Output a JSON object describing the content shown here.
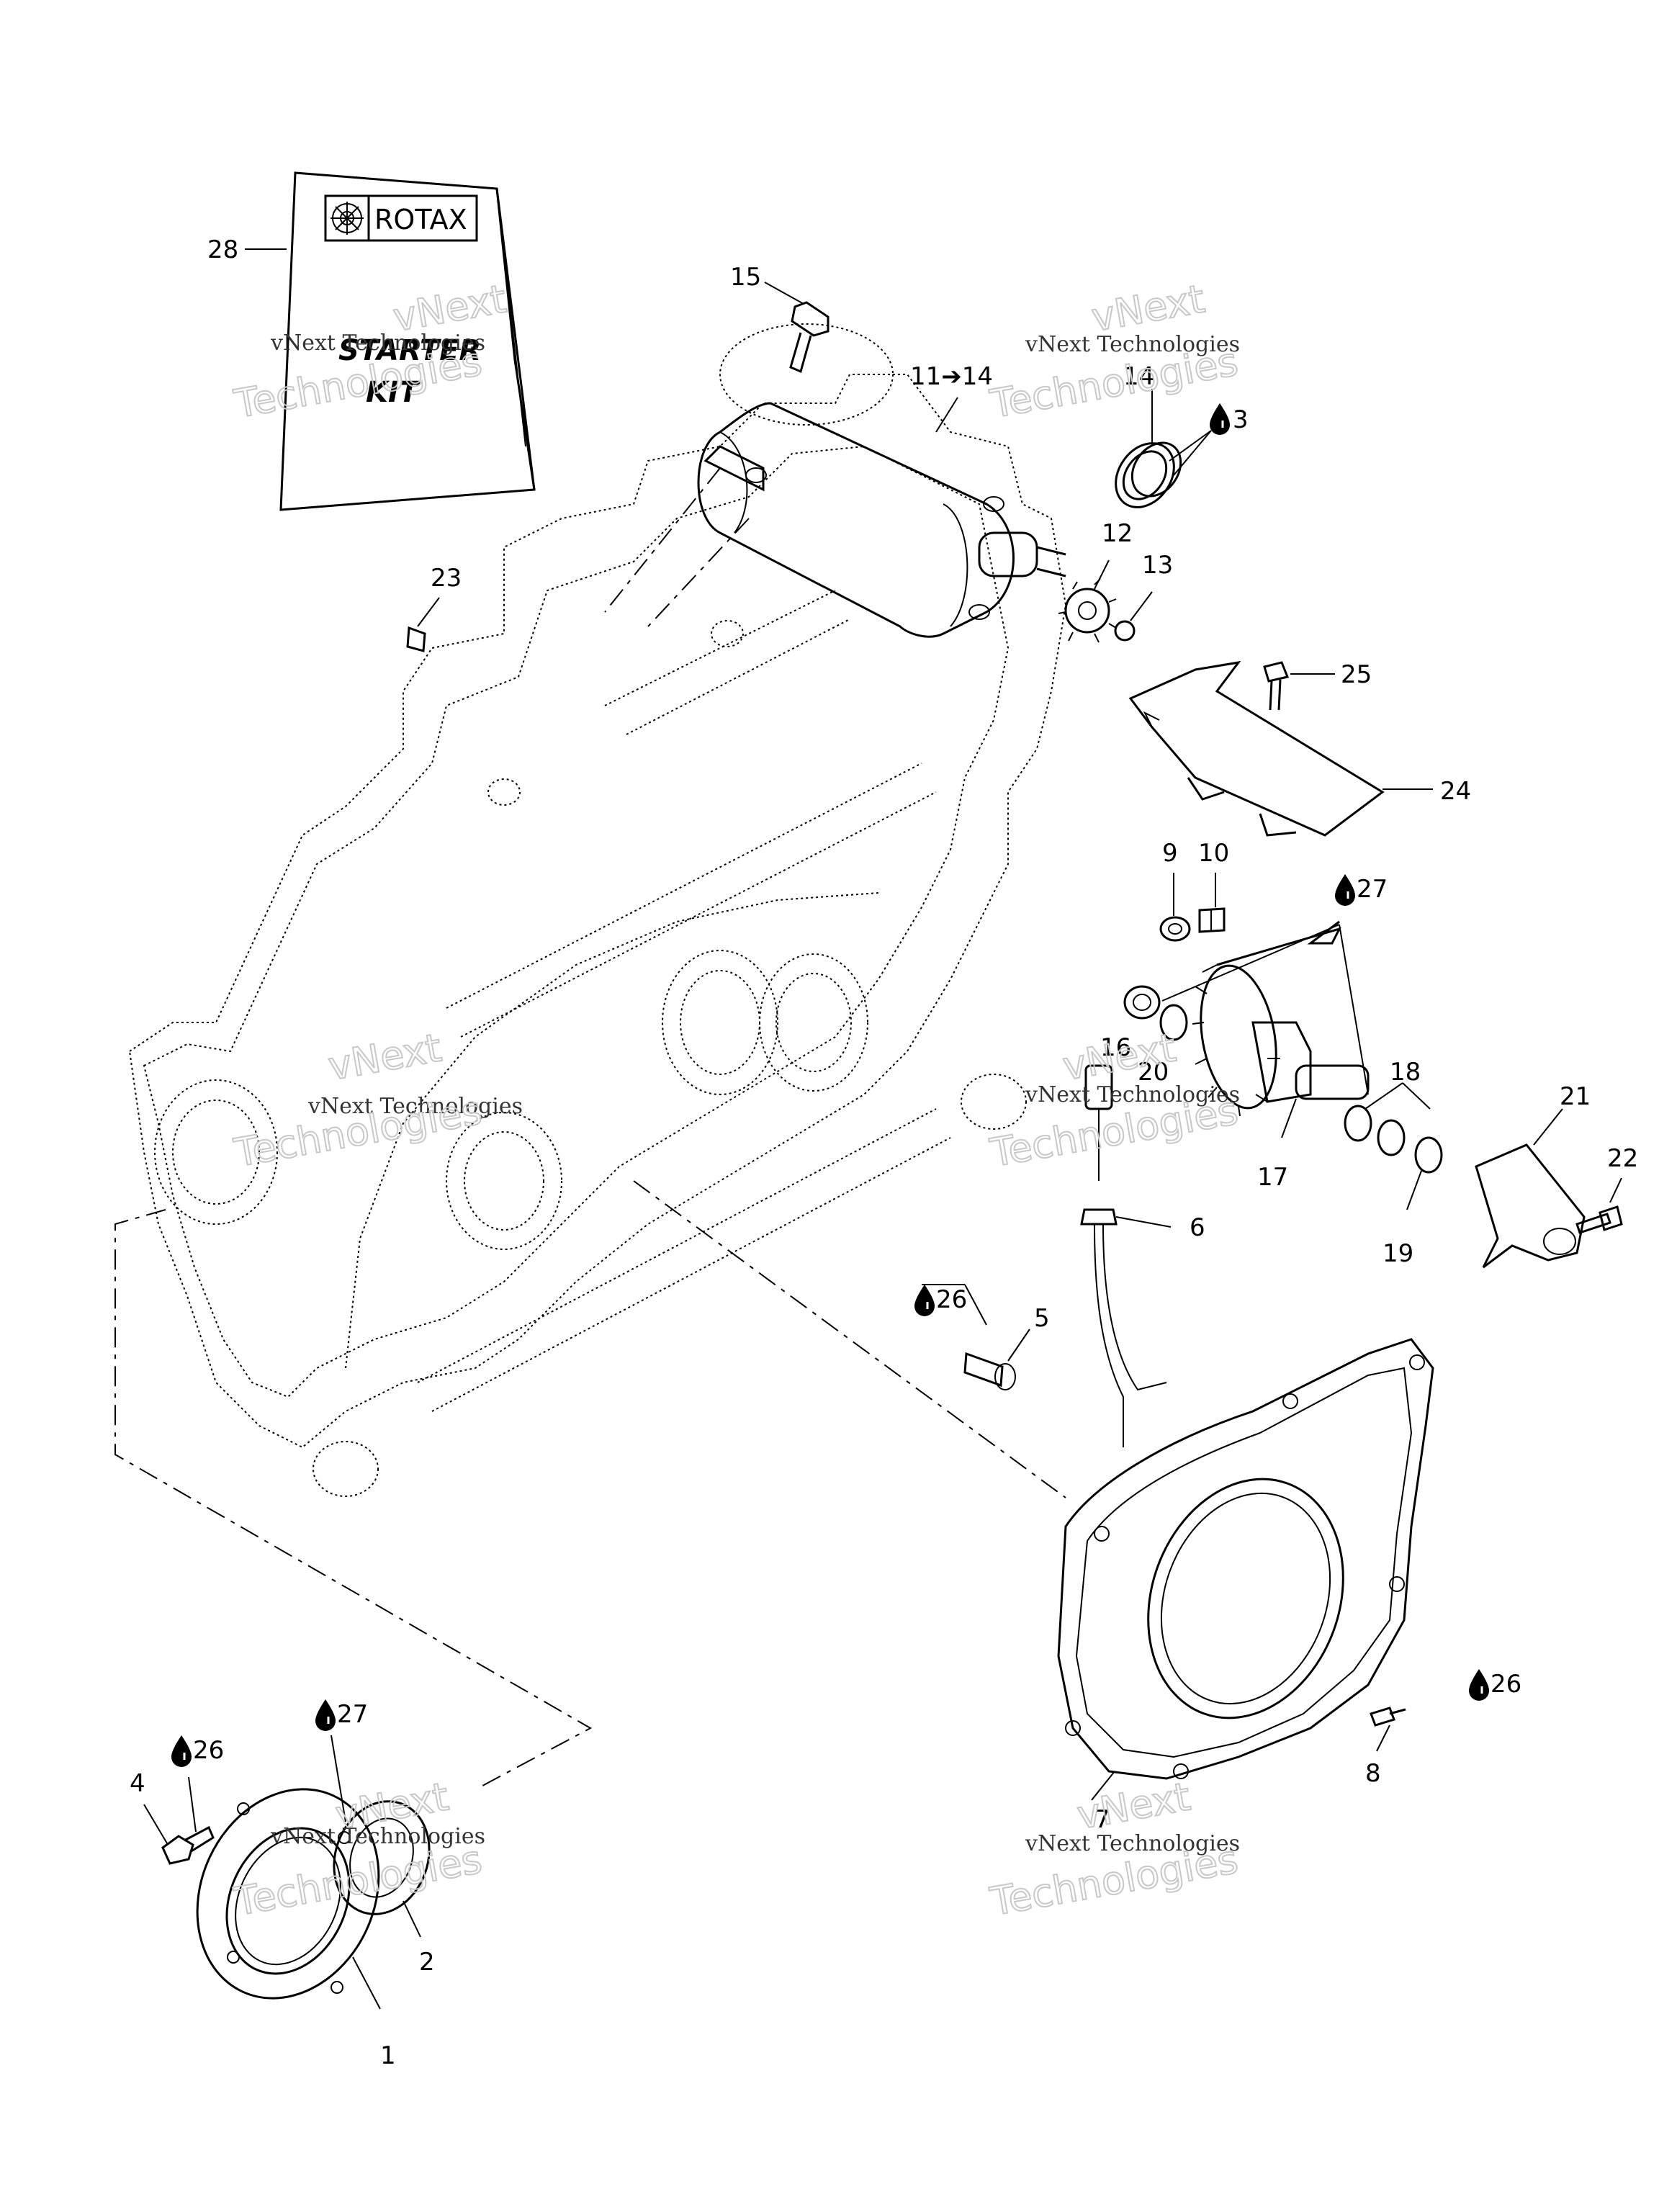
{
  "labels": {
    "p1": "1",
    "p2": "2",
    "p3": "3",
    "p4": "4",
    "p5": "5",
    "p6": "6",
    "p7": "7",
    "p8": "8",
    "p9": "9",
    "p10": "10",
    "p11_14": "11➔14",
    "p12": "12",
    "p13": "13",
    "p14": "14",
    "p15": "15",
    "p16": "16",
    "p17": "17",
    "p18": "18",
    "p19": "19",
    "p20": "20",
    "p21": "21",
    "p22": "22",
    "p23": "23",
    "p24": "24",
    "p25": "25",
    "p26a": "26",
    "p26b": "26",
    "p26c": "26",
    "p27a": "27",
    "p27b": "27",
    "p28": "28"
  },
  "kit": {
    "brand": "ROTAX",
    "line1": "STARTER",
    "line2": "KIT"
  },
  "watermark": {
    "brand": "vNext Technologies",
    "word1": "vNext",
    "word2": "Technologies"
  }
}
